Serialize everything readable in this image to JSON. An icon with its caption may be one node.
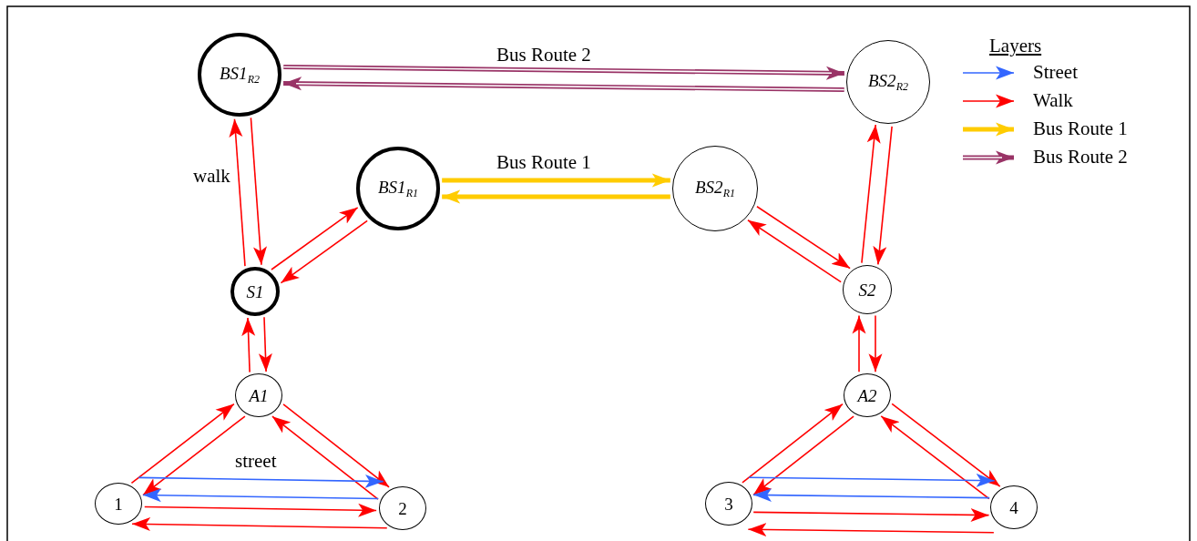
{
  "diagram": {
    "nodes": [
      {
        "text": [
          "BS1$_{R2}$"
        ]
      },
      {
        "text": [
          "BS2$_{R2}$"
        ]
      },
      {
        "text": [
          "BS1$_{R1}$"
        ]
      },
      {
        "text": [
          "BS2$_{R1}$"
        ]
      },
      {
        "text": [
          "S1"
        ]
      },
      {
        "text": [
          "S2"
        ]
      },
      {
        "text": [
          "A1"
        ]
      },
      {
        "text": [
          "A2"
        ]
      },
      {
        "text": [
          "1"
        ]
      },
      {
        "text": [
          "2"
        ]
      },
      {
        "text": [
          "3"
        ]
      },
      {
        "text": [
          "4"
        ]
      }
    ],
    "edges": [
      {
        "from": 0,
        "to": 1,
        "arrow": "to",
        "label": "Bus Route 2",
        "style": "thick",
        "color": "#993366"
      },
      {
        "from": 1,
        "to": 0,
        "arrow": "to",
        "style": "thick",
        "color": "#993366"
      },
      {
        "from": 2,
        "to": 3,
        "arrow": "to",
        "label": "Bus Route 1",
        "style": "thick",
        "color": "#ffcc00"
      },
      {
        "from": 3,
        "to": 2,
        "arrow": "to",
        "style": "thick",
        "color": "#ffcc00"
      },
      {
        "from": 4,
        "to": 0,
        "arrow": "to",
        "label": "walk"
      },
      {
        "from": 0,
        "to": 4,
        "arrow": "to"
      },
      {
        "from": 4,
        "to": 2,
        "arrow": "to"
      },
      {
        "from": 2,
        "to": 4,
        "arrow": "to"
      },
      {
        "from": 5,
        "to": 1,
        "arrow": "to"
      },
      {
        "from": 1,
        "to": 5,
        "arrow": "to"
      },
      {
        "from": 3,
        "to": 5,
        "arrow": "to"
      },
      {
        "from": 5,
        "to": 3,
        "arrow": "to"
      },
      {
        "from": 6,
        "to": 4,
        "arrow": "to"
      },
      {
        "from": 4,
        "to": 6,
        "arrow": "to"
      },
      {
        "from": 7,
        "to": 5,
        "arrow": "to"
      },
      {
        "from": 5,
        "to": 7,
        "arrow": "to"
      },
      {
        "from": 8,
        "to": 6,
        "arrow": "to"
      },
      {
        "from": 6,
        "to": 8,
        "arrow": "to"
      },
      {
        "from": 9,
        "to": 6,
        "arrow": "to"
      },
      {
        "from": 6,
        "to": 9,
        "arrow": "to"
      },
      {
        "from": 8,
        "to": 9,
        "arrow": "to",
        "label": "street",
        "color": "#3366ff"
      },
      {
        "from": 9,
        "to": 8,
        "arrow": "to",
        "color": "#3366ff"
      },
      {
        "from": 8,
        "to": 9,
        "arrow": "to"
      },
      {
        "from": 9,
        "to": 8,
        "arrow": "to"
      },
      {
        "from": 10,
        "to": 7,
        "arrow": "to"
      },
      {
        "from": 7,
        "to": 10,
        "arrow": "to"
      },
      {
        "from": 11,
        "to": 7,
        "arrow": "to"
      },
      {
        "from": 7,
        "to": 11,
        "arrow": "to"
      },
      {
        "from": 10,
        "to": 11,
        "arrow": "to",
        "color": "#3366ff"
      },
      {
        "from": 11,
        "to": 10,
        "arrow": "to",
        "color": "#3366ff"
      },
      {
        "from": 10,
        "to": 11,
        "arrow": "to"
      },
      {
        "from": 11,
        "to": 10,
        "arrow": "to"
      }
    ],
    "labels": [
      "Layers"
    ],
    "legend": [
      {
        "text": "Street"
      },
      {
        "text": "Walk"
      },
      {
        "text": "Bus Route 1"
      },
      {
        "text": "Bus Route 2"
      }
    ]
  }
}
